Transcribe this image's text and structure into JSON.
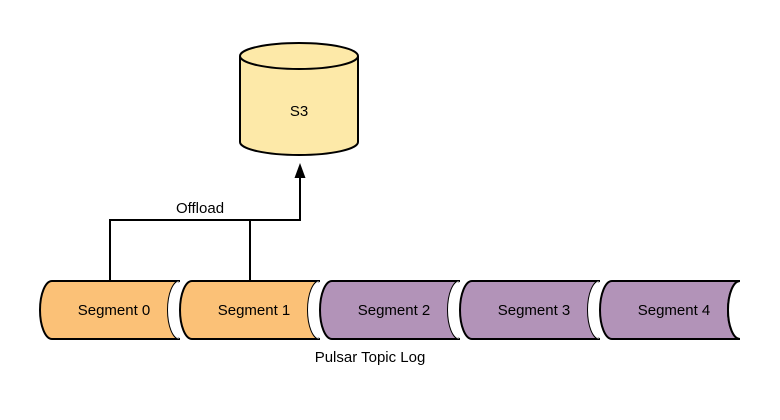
{
  "diagram": {
    "storage": {
      "label": "S3",
      "fill": "#fde9a8"
    },
    "offload_label": "Offload",
    "log_label": "Pulsar Topic Log",
    "segments": [
      {
        "label": "Segment 0",
        "state": "offloaded",
        "fill": "#fbc177"
      },
      {
        "label": "Segment 1",
        "state": "offloaded",
        "fill": "#fbc177"
      },
      {
        "label": "Segment 2",
        "state": "local",
        "fill": "#b293b8"
      },
      {
        "label": "Segment 3",
        "state": "local",
        "fill": "#b293b8"
      },
      {
        "label": "Segment 4",
        "state": "local",
        "fill": "#b293b8"
      }
    ],
    "stroke": "#000000"
  }
}
